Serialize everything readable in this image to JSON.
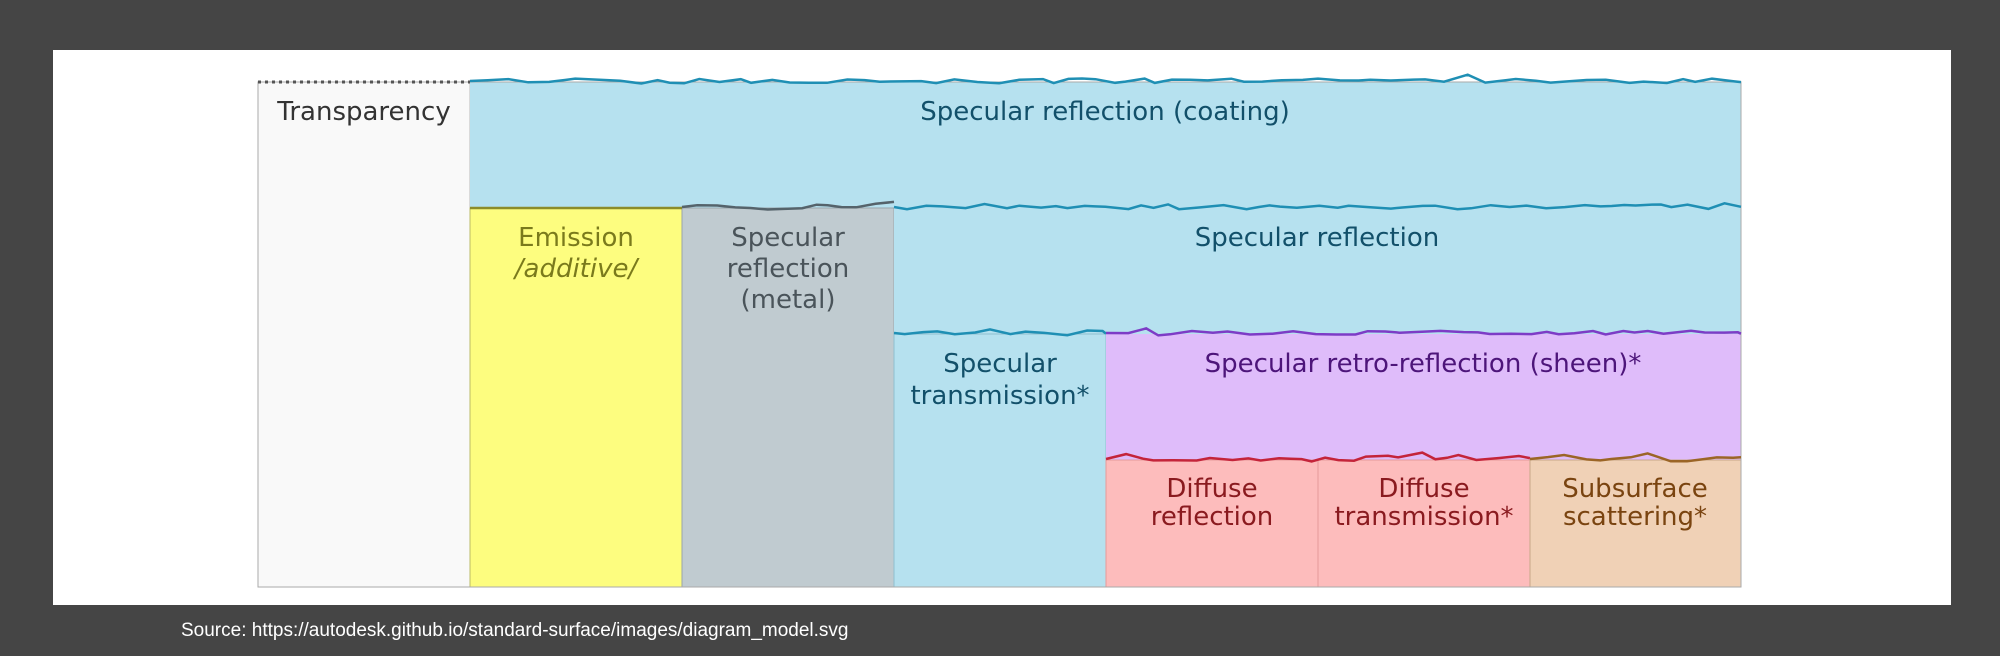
{
  "diagram": {
    "layers": {
      "transparency": {
        "label": "Transparency"
      },
      "coating": {
        "label": "Specular reflection (coating)"
      },
      "emission": {
        "label": "Emission",
        "sublabel": "/additive/"
      },
      "metal": {
        "label_lines": [
          "Specular",
          "reflection",
          "(metal)"
        ]
      },
      "specular": {
        "label": "Specular reflection"
      },
      "transmission": {
        "label_lines": [
          "Specular",
          "transmission*"
        ]
      },
      "sheen": {
        "label": "Specular retro-reflection (sheen)*"
      },
      "diffuse_reflection": {
        "label_lines": [
          "Diffuse",
          "reflection"
        ]
      },
      "diffuse_transmission": {
        "label_lines": [
          "Diffuse",
          "transmission*"
        ]
      },
      "subsurface": {
        "label_lines": [
          "Subsurface",
          "scattering*"
        ]
      }
    },
    "colors": {
      "page_background": "#454545",
      "canvas_background": "#ffffff",
      "transparency_fill": "#f9f9f9",
      "blue_fill": "#b6e1ef",
      "blue_edge": "#1f8fb4",
      "blue_text": "#12506a",
      "emission_fill": "#fdfd7f",
      "emission_edge": "#8c8c2a",
      "emission_text": "#7a7a1c",
      "metal_fill": "#c0cbd0",
      "metal_edge": "#55636b",
      "metal_text": "#4a545a",
      "sheen_fill": "#dfbcfa",
      "sheen_edge": "#7d3cc6",
      "sheen_text": "#4d157a",
      "diffuse_fill": "#fdbcbc",
      "diffuse_edge": "#c4243a",
      "diffuse_text": "#8a1a1f",
      "subsurface_fill": "#f0d1b6",
      "subsurface_edge": "#9b6526",
      "subsurface_text": "#7a4410",
      "transparency_text": "#333333"
    }
  },
  "footer": {
    "source": "Source: https://autodesk.github.io/standard-surface/images/diagram_model.svg"
  }
}
